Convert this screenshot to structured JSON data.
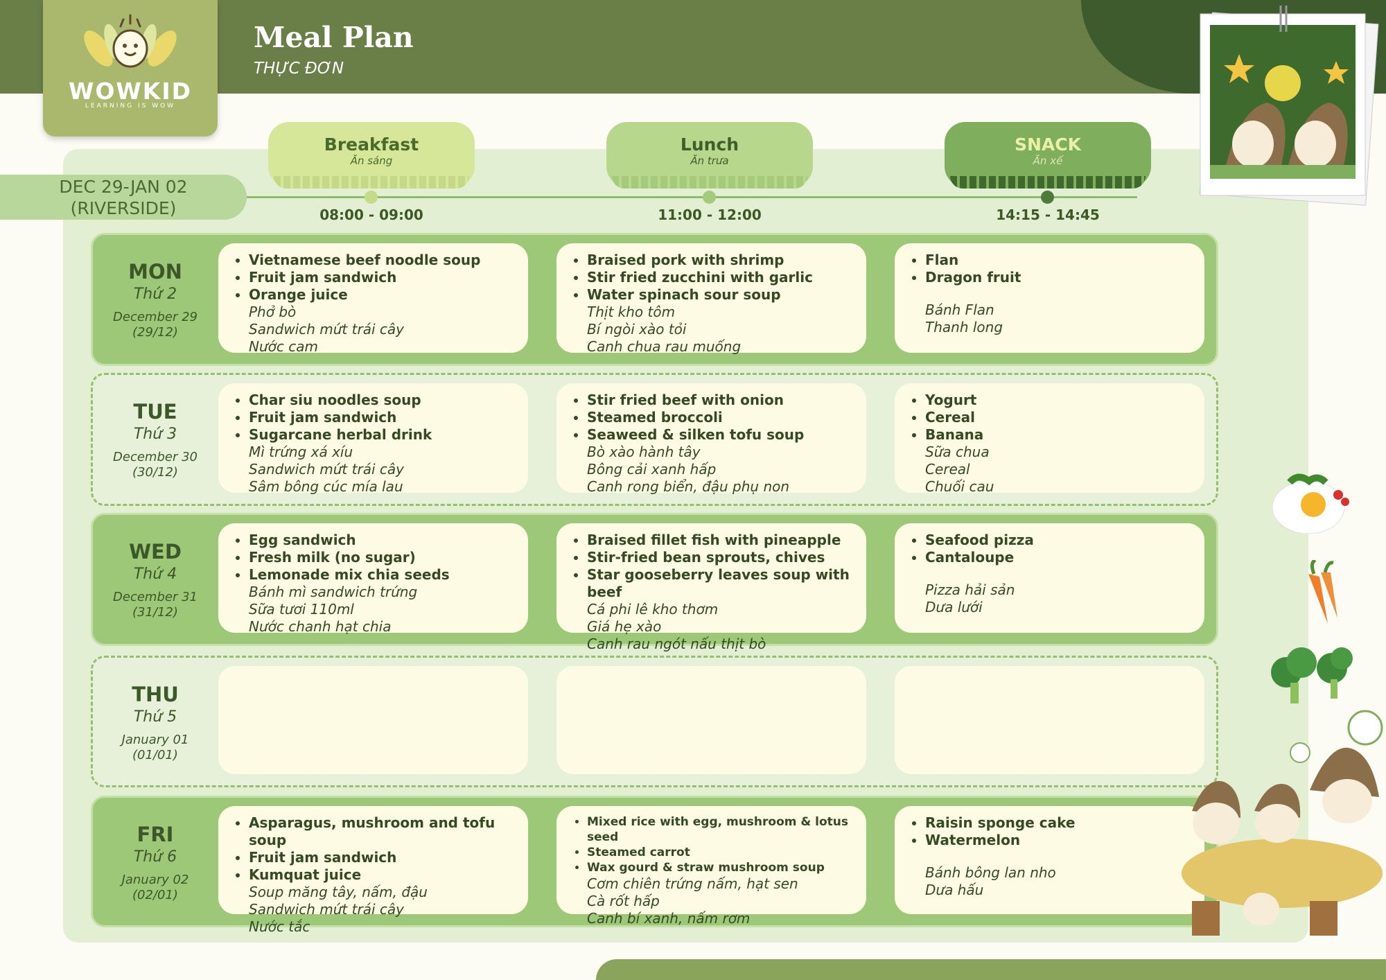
{
  "header": {
    "title": "Meal Plan",
    "subtitle": "THỰC ĐƠN"
  },
  "brand": {
    "name": "WOWKID",
    "tagline": "LEARNING IS WOW"
  },
  "period": {
    "line1": "DEC 29-JAN 02",
    "line2": "(RIVERSIDE)"
  },
  "meals": [
    {
      "en": "Breakfast",
      "vi": "Ăn sáng",
      "time": "08:00 - 09:00"
    },
    {
      "en": "Lunch",
      "vi": "Ăn trưa",
      "time": "11:00 - 12:00"
    },
    {
      "en": "SNACK",
      "vi": "Ăn xế",
      "time": "14:15 - 14:45"
    }
  ],
  "days": [
    {
      "en": "MON",
      "vi": "Thứ 2",
      "date": "December 29",
      "short": "(29/12)",
      "breakfast": {
        "items": [
          "Vietnamese beef noodle soup",
          "Fruit jam sandwich",
          "Orange juice"
        ],
        "vi": [
          "Phở bò",
          "Sandwich mứt trái cây",
          "Nước cam"
        ]
      },
      "lunch": {
        "items": [
          "Braised pork with shrimp",
          "Stir fried zucchini with garlic",
          "Water spinach sour soup"
        ],
        "vi": [
          "Thịt kho tôm",
          "Bí ngòi xào tỏi",
          "Canh chua rau muống"
        ]
      },
      "snack": {
        "items": [
          "Flan",
          "Dragon fruit"
        ],
        "vi": [
          "Bánh Flan",
          "Thanh long"
        ]
      }
    },
    {
      "en": "TUE",
      "vi": "Thứ 3",
      "date": "December 30",
      "short": "(30/12)",
      "breakfast": {
        "items": [
          "Char siu noodles soup",
          "Fruit jam sandwich",
          "Sugarcane herbal drink"
        ],
        "vi": [
          "Mì trứng xá xíu",
          "Sandwich mứt trái cây",
          "Sâm bông cúc mía lau"
        ]
      },
      "lunch": {
        "items": [
          "Stir fried beef with onion",
          "Steamed broccoli",
          "Seaweed & silken tofu soup"
        ],
        "vi": [
          "Bò xào hành tây",
          "Bông cải xanh hấp",
          "Canh rong biển, đậu phụ non"
        ]
      },
      "snack": {
        "items": [
          "Yogurt",
          "Cereal",
          "Banana"
        ],
        "vi": [
          "Sữa chua",
          "Cereal",
          "Chuối cau"
        ]
      }
    },
    {
      "en": "WED",
      "vi": "Thứ 4",
      "date": "December 31",
      "short": "(31/12)",
      "breakfast": {
        "items": [
          "Egg sandwich",
          "Fresh milk (no sugar)",
          "Lemonade mix chia seeds"
        ],
        "vi": [
          "Bánh mì sandwich trứng",
          "Sữa tươi 110ml",
          "Nước chanh hạt chia"
        ]
      },
      "lunch": {
        "items": [
          "Braised fillet fish with pineapple",
          "Stir-fried bean sprouts, chives",
          "Star gooseberry leaves soup with beef"
        ],
        "vi": [
          "Cá phi lê kho thơm",
          "Giá hẹ xào",
          "Canh rau ngót nấu thịt bò"
        ]
      },
      "snack": {
        "items": [
          "Seafood pizza",
          "Cantaloupe"
        ],
        "vi": [
          "Pizza hải sản",
          "Dưa lưới"
        ]
      }
    },
    {
      "en": "THU",
      "vi": "Thứ 5",
      "date": "January 01",
      "short": "(01/01)",
      "breakfast": {
        "items": [],
        "vi": []
      },
      "lunch": {
        "items": [],
        "vi": []
      },
      "snack": {
        "items": [],
        "vi": []
      }
    },
    {
      "en": "FRI",
      "vi": "Thứ 6",
      "date": "January 02",
      "short": "(02/01)",
      "breakfast": {
        "items": [
          "Asparagus, mushroom and tofu soup",
          "Fruit jam sandwich",
          "Kumquat juice"
        ],
        "vi": [
          "Soup măng tây, nấm, đậu",
          "Sandwich mứt trái cây",
          "Nước tắc"
        ]
      },
      "lunch": {
        "items": [
          "Mixed rice with egg, mushroom & lotus seed",
          "Steamed carrot",
          "Wax gourd & straw mushroom soup"
        ],
        "vi": [
          "Cơm chiên trứng nấm, hạt sen",
          "Cà rốt hấp",
          "Canh bí xanh, nấm rơm"
        ]
      },
      "snack": {
        "items": [
          "Raisin sponge cake",
          "Watermelon"
        ],
        "vi": [
          "Bánh bông lan nho",
          "Dưa hấu"
        ]
      }
    }
  ],
  "colors": {
    "header_green": "#6a7f48",
    "panel": "#e3efd3",
    "row_fill": "#9dc878",
    "cell_fill": "#fdfbe3",
    "text_dark": "#354a24"
  },
  "icons": [
    "mascot-logo-icon",
    "photo-polaroid-icon",
    "fried-egg-icon",
    "carrot-icon",
    "broccoli-icon",
    "mascots-table-icon"
  ]
}
